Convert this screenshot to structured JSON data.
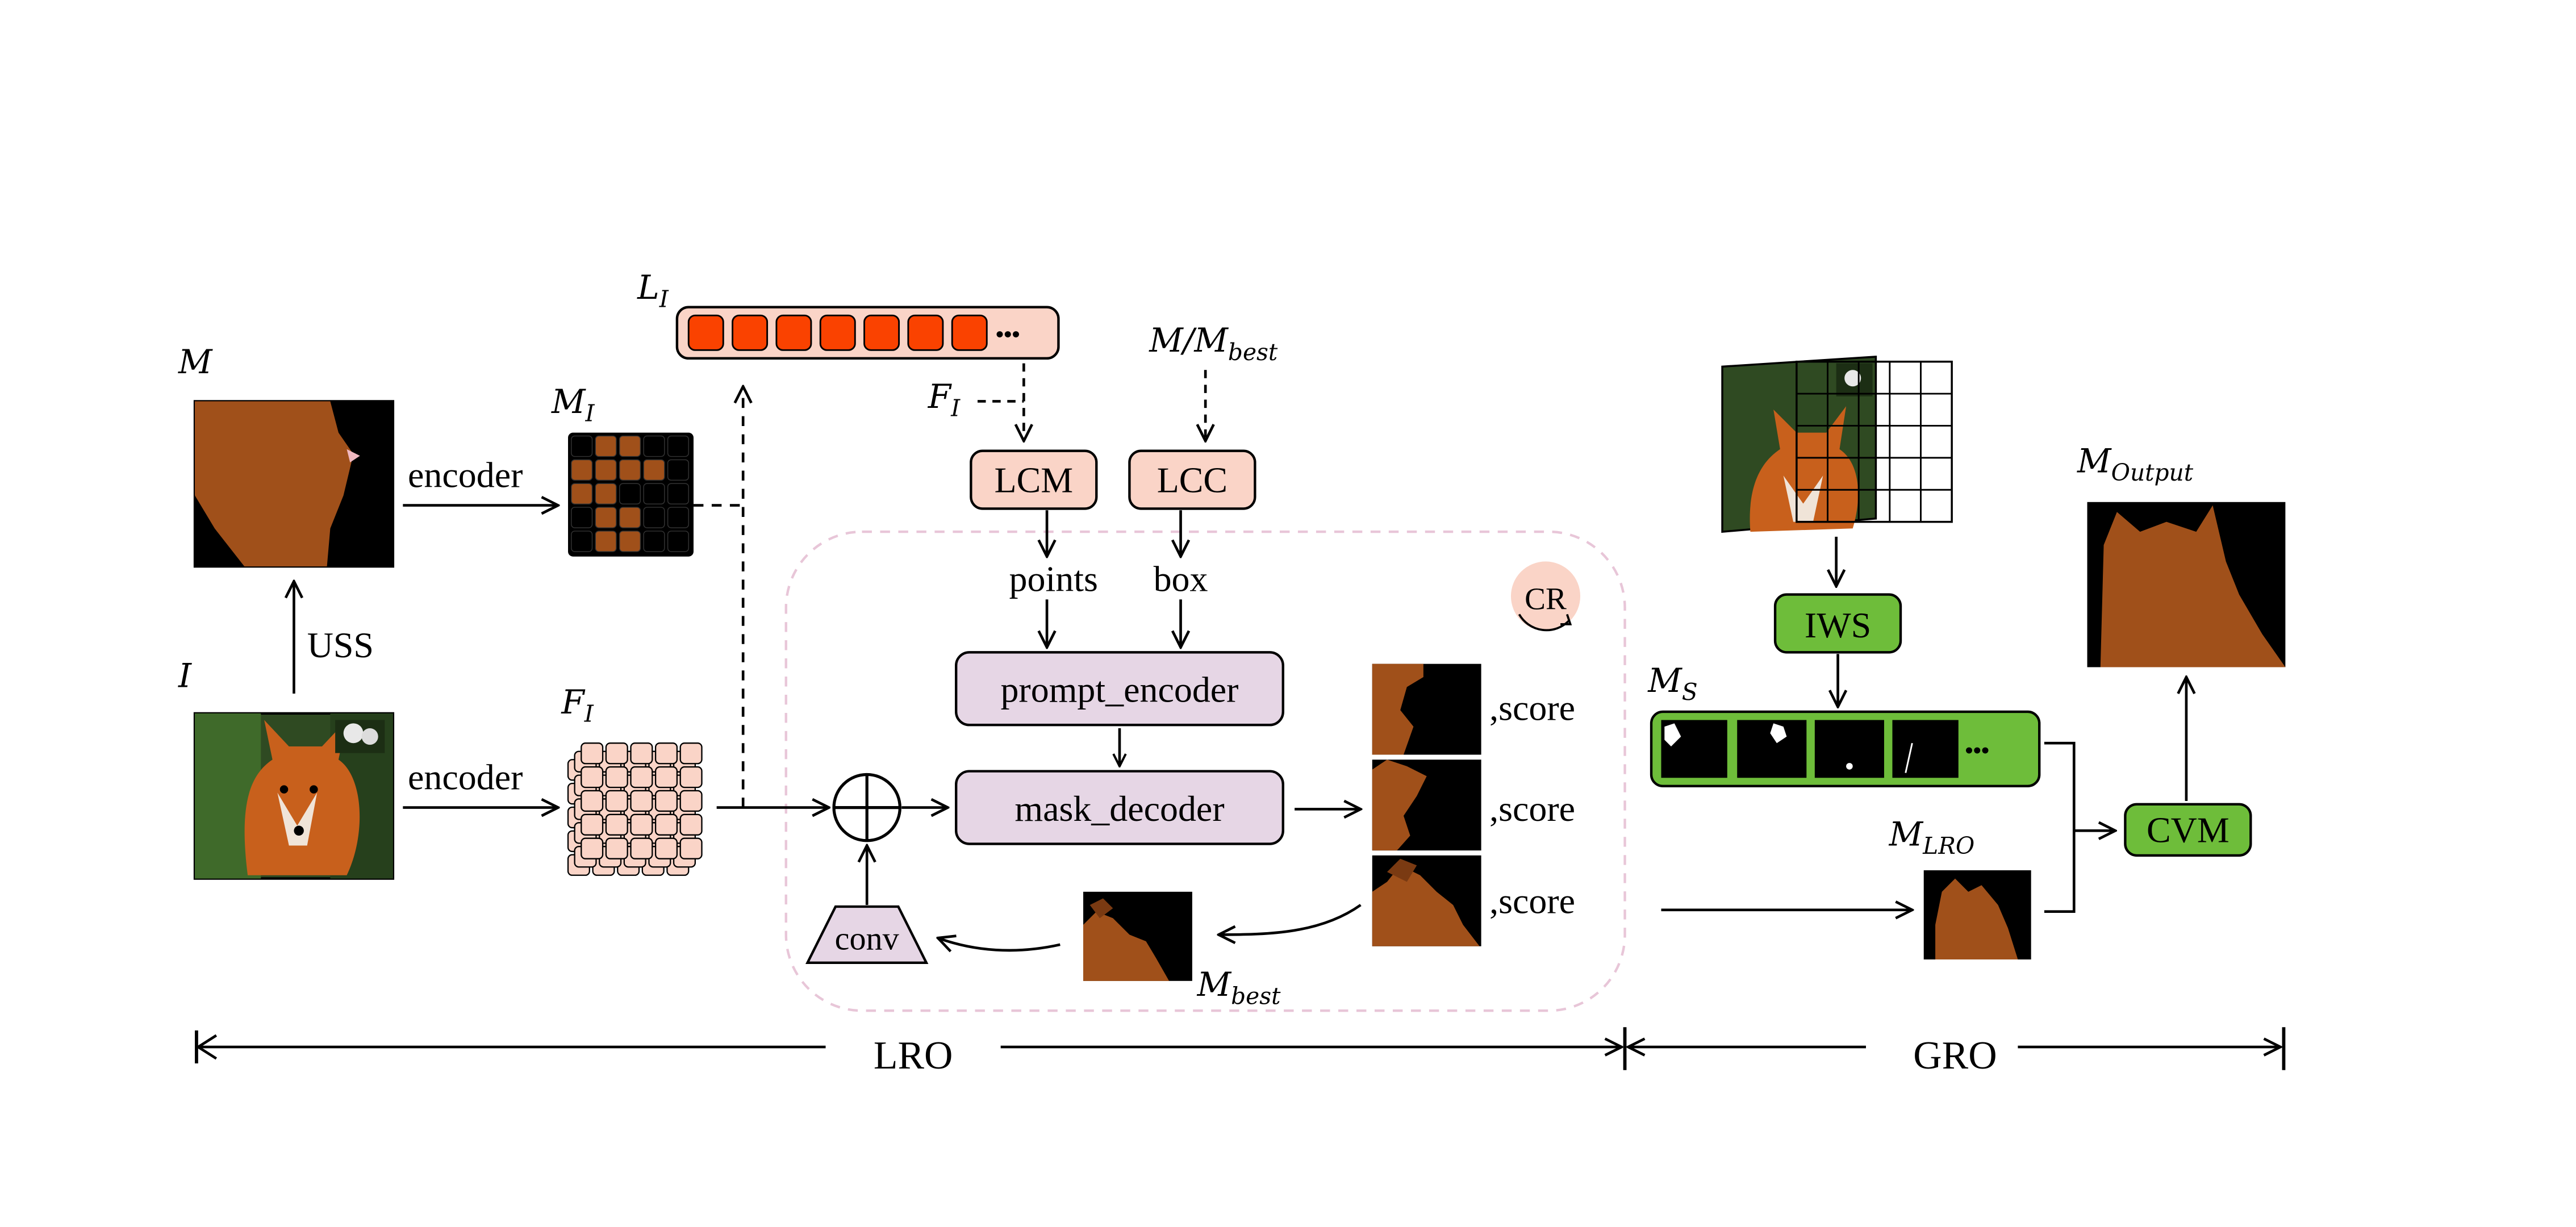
{
  "colors": {
    "salmon": "#fad4c7",
    "token_red": "#fa4200",
    "purple": "#e6d6e5",
    "green": "#6ebd3a",
    "mask_brown": "#a0501a",
    "black": "#000000",
    "region_dash": "#e8c6d8"
  },
  "labels": {
    "M": "M",
    "M_I": {
      "base": "M",
      "sub": "I"
    },
    "L_I": {
      "base": "L",
      "sub": "I"
    },
    "F_I_top": {
      "base": "F",
      "sub": "I"
    },
    "F_I_feat": {
      "base": "F",
      "sub": "I"
    },
    "I": "I",
    "M_Mbest": {
      "base": "M/M",
      "sub": "best"
    },
    "M_best": {
      "base": "M",
      "sub": "best"
    },
    "M_S": {
      "base": "M",
      "sub": "S"
    },
    "M_LRO": {
      "base": "M",
      "sub": "LRO"
    },
    "M_Output": {
      "base": "M",
      "sub": "Output"
    }
  },
  "text": {
    "encoder_top": "encoder",
    "encoder_bottom": "encoder",
    "uss": "USS",
    "points": "points",
    "box": "box",
    "score": ",score",
    "dots": "•••"
  },
  "blocks": {
    "lcm": "LCM",
    "lcc": "LCC",
    "prompt_encoder": "prompt_encoder",
    "mask_decoder": "mask_decoder",
    "conv": "conv",
    "cr": "CR",
    "iws": "IWS",
    "cvm": "CVM"
  },
  "spans": {
    "lro": "LRO",
    "gro": "GRO"
  },
  "mask_grid_pattern": [
    [
      0,
      1,
      1,
      0,
      0
    ],
    [
      1,
      1,
      1,
      1,
      0
    ],
    [
      1,
      1,
      0,
      0,
      0
    ],
    [
      0,
      1,
      1,
      0,
      0
    ],
    [
      0,
      1,
      1,
      0,
      0
    ]
  ]
}
